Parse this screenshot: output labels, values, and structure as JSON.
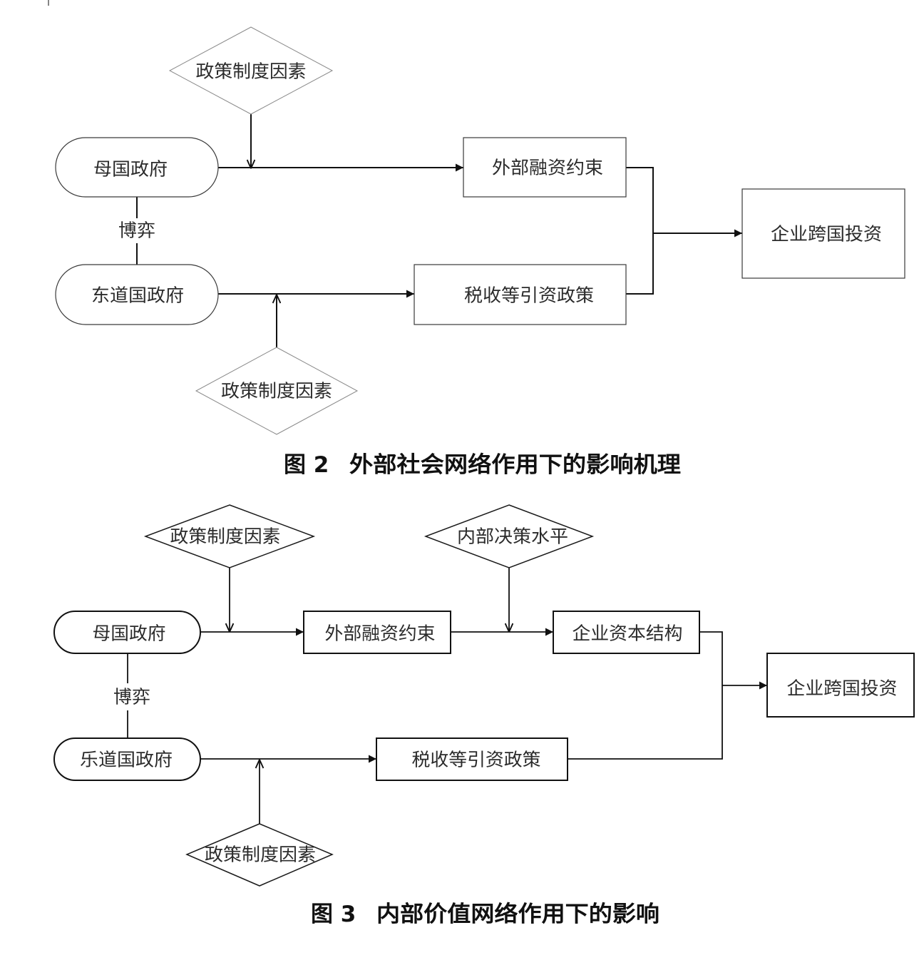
{
  "figure_2": {
    "number": "图 2",
    "title": "外部社会网络作用下的影响机理",
    "policy_factor_top": "政策制度因素",
    "home_government": "母国政府",
    "game": "博弈",
    "host_government": "东道国政府",
    "external_financing_constraint": "外部融资约束",
    "tax_investment_policy": "税收等引资政策",
    "cross_border_investment": "企业跨国投资",
    "policy_factor_bottom": "政策制度因素"
  },
  "figure_3": {
    "number": "图 3",
    "title": "内部价值网络作用下的影响",
    "policy_factor_top": "政策制度因素",
    "internal_decision_level": "内部决策水平",
    "home_government": "母国政府",
    "game": "博弈",
    "host_government": "乐道国政府",
    "external_financing_constraint": "外部融资约束",
    "capital_structure": "企业资本结构",
    "cross_border_investment": "企业跨国投资",
    "tax_investment_policy": "税收等引资政策",
    "policy_factor_bottom": "政策制度因素"
  },
  "colors": {
    "line": "#111111",
    "text": "#2b2b2b",
    "light_outline": "#8a8a8a",
    "background": "#ffffff"
  }
}
